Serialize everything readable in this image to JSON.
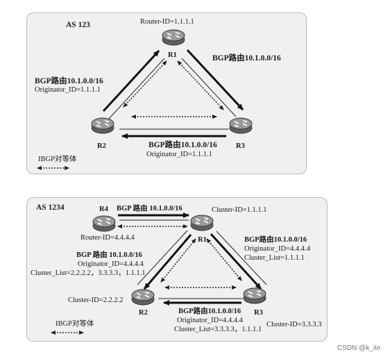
{
  "top": {
    "as_label": "AS 123",
    "r1_router_id": "Router-ID=1.1.1.1",
    "r1": "R1",
    "r2": "R2",
    "r3": "R3",
    "route_r1_r3": "BGP路由10.1.0.0/16",
    "route_r1_r2": "BGP路由10.1.0.0/16",
    "r1_r2_originator": "Originator_ID=1.1.1.1",
    "route_r3_r2": "BGP路由10.1.0.0/16",
    "r3_r2_originator": "Originator_ID=1.1.1.1",
    "legend": "IBGP对等体"
  },
  "bottom": {
    "as_label": "AS 1234",
    "r4": "R4",
    "r1": "R1",
    "r2": "R2",
    "r3": "R3",
    "r4_router_id": "Router-ID=4.4.4.4",
    "r1_cluster_id": "Cluster-ID=1.1.1.1",
    "r2_cluster_id": "Cluster-ID=2.2.2.2",
    "r3_cluster_id": "Cluster-ID=3.3.3.3",
    "route_r4_r1": "BGP 路由 10.1.0.0/16",
    "route_r1_r2": "BGP 路由 10.1.0.0/16",
    "r1_r2_originator": "Originator_ID=4.4.4.4",
    "r1_r2_cluster_list": "Cluster_List=2.2.2.2，3.3.3.3，1.1.1.1",
    "route_r1_r3": "BGP路由10.1.0.0/16",
    "r1_r3_originator": "Originator_ID=4.4.4.4",
    "r1_r3_cluster_list": "Cluster_List=1.1.1.1",
    "route_r3_r2": "BGP路由10.1.0.0/16",
    "r3_r2_originator": "Originator_ID=4.4.4.4",
    "r3_r2_cluster_list": "Cluster_List=3.3.3.3，1.1.1.1",
    "legend": "IBGP对等体"
  },
  "watermark": "CSDN @k_ite"
}
